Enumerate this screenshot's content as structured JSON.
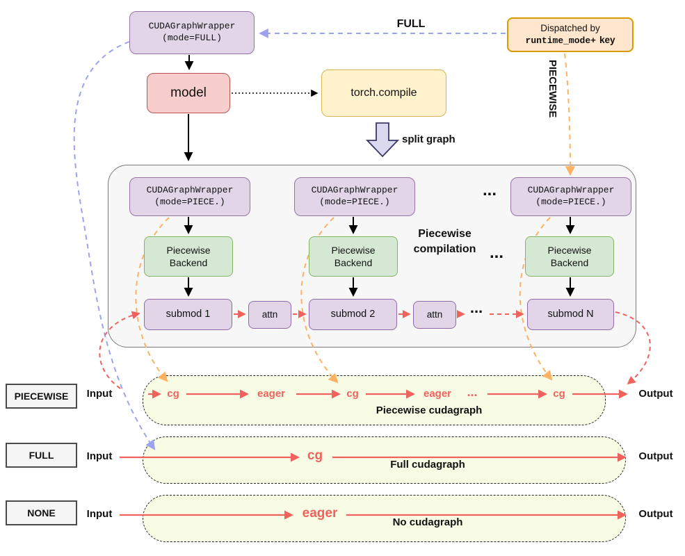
{
  "colors": {
    "accent_red": "#F0625D",
    "accent_orange": "#FFB163",
    "accent_purple": "#9CA3EE",
    "box_purple": "#E1D5E7",
    "box_green": "#D5E8D4",
    "box_red": "#F8CECC",
    "box_yellow": "#FFF2CC",
    "box_orange": "#FFE6CC"
  },
  "top": {
    "wrapper_full": {
      "line1": "CUDAGraphWrapper",
      "line2": "(mode=FULL)"
    },
    "dispatcher": {
      "line1": "Dispatched by",
      "code": "runtime_mode+",
      "suffix": "key"
    },
    "full_arrow_label": "FULL",
    "piecewise_arrow_label": "PIECEWISE",
    "model": "model",
    "torch_compile": "torch.compile",
    "split_graph": "split graph"
  },
  "compilation": {
    "title_line1": "Piecewise",
    "title_line2": "compilation",
    "ellipsis": "...",
    "wrappers": [
      {
        "line1": "CUDAGraphWrapper",
        "line2": "(mode=PIECE.)"
      },
      {
        "line1": "CUDAGraphWrapper",
        "line2": "(mode=PIECE.)"
      },
      {
        "line1": "CUDAGraphWrapper",
        "line2": "(mode=PIECE.)"
      }
    ],
    "backends": [
      {
        "line1": "Piecewise",
        "line2": "Backend"
      },
      {
        "line1": "Piecewise",
        "line2": "Backend"
      },
      {
        "line1": "Piecewise",
        "line2": "Backend"
      }
    ],
    "submods": [
      "submod 1",
      "submod 2",
      "submod N"
    ],
    "attn_label": "attn"
  },
  "rows": [
    {
      "tag": "PIECEWISE",
      "input": "Input",
      "output": "Output",
      "caption": "Piecewise cudagraph",
      "labels": [
        "cg",
        "eager",
        "cg",
        "eager",
        "...",
        "cg"
      ]
    },
    {
      "tag": "FULL",
      "input": "Input",
      "output": "Output",
      "caption": "Full cudagraph",
      "labels": [
        "cg"
      ]
    },
    {
      "tag": "NONE",
      "input": "Input",
      "output": "Output",
      "caption": "No cudagraph",
      "labels": [
        "eager"
      ]
    }
  ]
}
